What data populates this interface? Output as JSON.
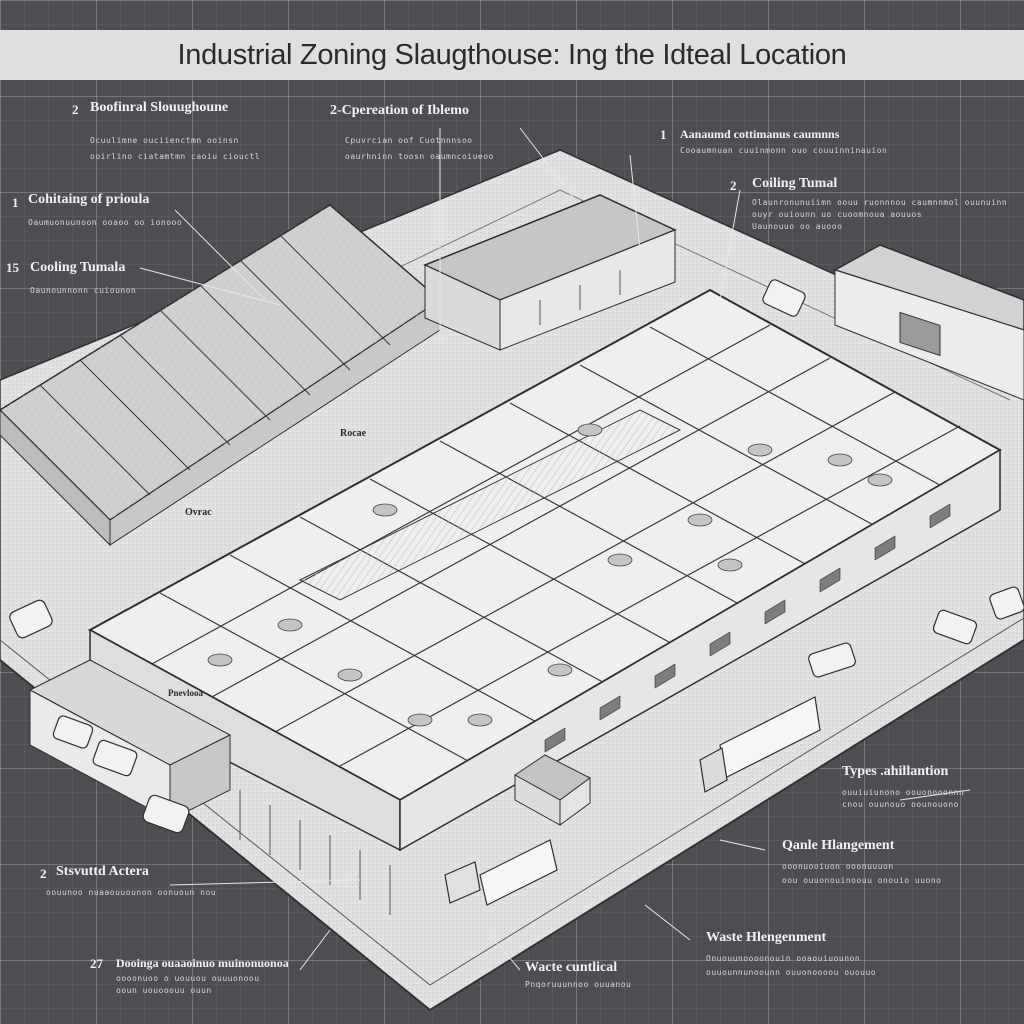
{
  "title": "Industrial Zoning Slaugthouse: Ing the Idteal Location",
  "colors": {
    "background": "#4c4e52",
    "grid": "#7a7c80",
    "building": "#e9e9e9",
    "line": "#2f2f2f"
  },
  "callouts": {
    "top_left": {
      "num": "2",
      "label": "Boofinral Slouughoune",
      "desc1": "Ocuulimne ouciienctmn ooinsn",
      "desc2": "ooirlino ciatamtmn caoiu ciouctl"
    },
    "top_mid": {
      "label": "2-Cpereation of Iblemo",
      "desc1": "Cpuvrcian oof Cuotnnnsoo",
      "desc2": "oaurhninn toosn oaumncoiueoo"
    },
    "top_right": {
      "num": "1",
      "label": "Aanaumd cottimanus caumnns",
      "desc1": "Cooaumnuan cuuinmonn ouo couuinninauion"
    },
    "cooling_right": {
      "num": "2",
      "label": "Coiling Tumal",
      "desc1": "Olaunronunuiimn oouu ruonnnou caumnnmol ouunuinn",
      "desc2": "ouyr ouiounn uo cuoomnoua aouuos",
      "desc3": "Uaunouuo oo auooo"
    },
    "left_a": {
      "num": "1",
      "label": "Cohitaing of prioula",
      "desc1": "Oaumuonuunoon ooaoo oo ionooo"
    },
    "left_b": {
      "num": "15",
      "label": "Cooling Tumala",
      "desc1": "Oaunounnonn cuiounon"
    },
    "right_a": {
      "label": "Types .ahillantion",
      "desc1": "ouuiuiunono oouonooonnn",
      "desc2": "cnou ouunouo oounouono"
    },
    "right_b": {
      "label": "Qanle Hlangement",
      "desc1": "ooonuooiuon ooonuuuon",
      "desc2": "oou ouuonouinoouu onouio uuono"
    },
    "right_c": {
      "label": "Waste Hlengenment",
      "desc1": "Onuouunoooonouin ooaouiuounon",
      "desc2": "ouuounnunoounn ouuonoooou ououuo"
    },
    "bottom_left": {
      "num": "2",
      "label": "Stsvuttd Actera",
      "desc1": "oouunoo nuaaouuounon oonuoun nou"
    },
    "bottom_mid_left": {
      "num": "27",
      "label": "Dooinga ouaaoinuo muinonuonoa",
      "desc1": "oooonuoo o uouuou ouuuonoou",
      "desc2": "ooun uouooouu ouun"
    },
    "bottom_mid": {
      "label": "Wacte cuntlical",
      "desc1": "Pnqoruuunnoo ouuanou"
    }
  },
  "map_labels": {
    "road_upper": "Rocae",
    "road_mid": "Ovrac",
    "entrance_sign": "Pnevlooa"
  }
}
